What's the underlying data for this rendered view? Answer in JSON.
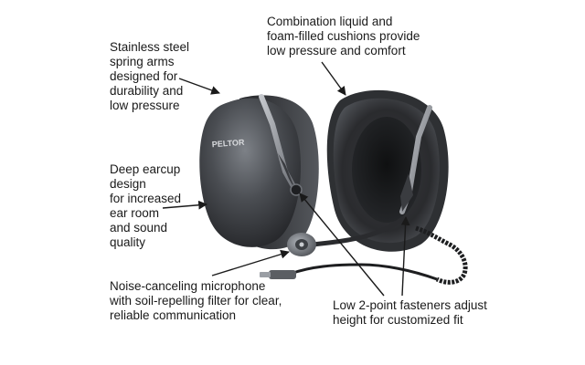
{
  "callouts": {
    "springs": "Stainless steel\nspring arms\ndesigned for\ndurability and\nlow pressure",
    "cushions": "Combination liquid and\nfoam-filled cushions provide\nlow pressure and comfort",
    "earcup": "Deep earcup\ndesign\nfor increased\near room\nand sound\nquality",
    "mic": "Noise-canceling microphone\nwith soil-repelling filter for clear,\nreliable communication",
    "fasteners": "Low 2-point fasteners adjust\nheight for customized fit"
  },
  "logo_text": "PELTOR",
  "colors": {
    "cup_dark": "#2b2d30",
    "cup_mid": "#4a4d52",
    "cup_light": "#8a8e94",
    "cushion_inner": "#17181a",
    "text": "#1a1a1a"
  }
}
